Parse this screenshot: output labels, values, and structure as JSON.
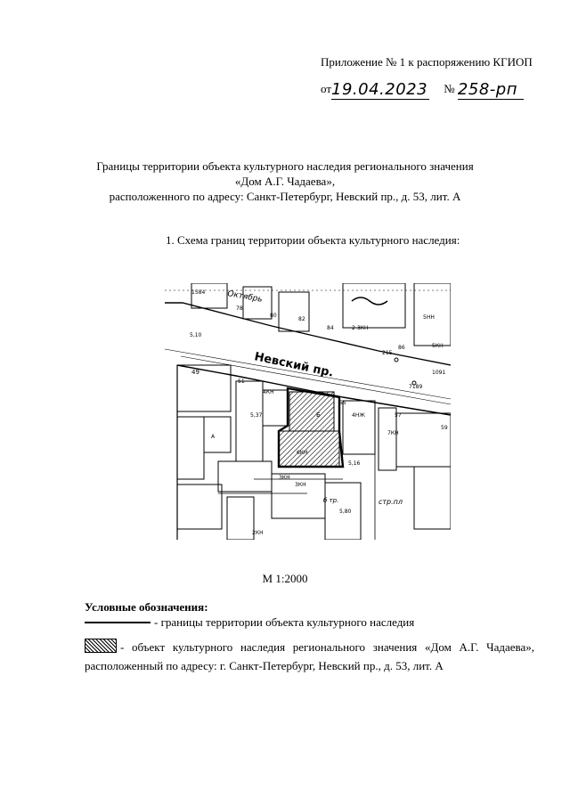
{
  "header": {
    "appendix": "Приложение № 1 к распоряжению КГИОП",
    "from_label": "от",
    "date": "19.04.2023",
    "number_label": "№",
    "number": "258-рп"
  },
  "title": {
    "line1": "Границы территории объекта культурного наследия регионального значения",
    "line2": "«Дом А.Г. Чадаева»,",
    "line3": "расположенного по адресу: Санкт-Петербург, Невский пр., д. 53, лит. А"
  },
  "section_title": "1.   Схема границ территории объекта культурного наследия:",
  "map": {
    "street": "Невский пр.",
    "cinema": "Октябрь",
    "labels": {
      "n49": "49",
      "n51": "51",
      "n55": "55",
      "n57": "57",
      "n59": "59",
      "n78": "78",
      "n80": "80",
      "n82": "82",
      "n84": "84",
      "n86": "86",
      "n215": "215",
      "n1584": "1584",
      "n1091": "1091",
      "n7189": "7189",
      "k3n": "3КН",
      "k4n": "4КН",
      "k5n": "5КН",
      "k6n": "6КН",
      "k7n": "7КН",
      "k2n": "2КН",
      "k4nzh": "4НЖ",
      "k2n_b": "2-3КН",
      "m510": "5,10",
      "m537": "5,37",
      "m516": "5,16",
      "m580": "5,80",
      "a": "А",
      "b": "Б",
      "str_pl": "стр.пл",
      "b_tr": "б тр.",
      "ze": "ЗКН",
      "snn": "5НН"
    }
  },
  "scale": "М 1:2000",
  "legend": {
    "heading": "Условные обозначения:",
    "item1": "- границы территории объекта культурного наследия",
    "item2": "- объект культурного наследия регионального значения «Дом А.Г. Чадаева», расположенный по адресу: г. Санкт-Петербург, Невский пр., д. 53, лит. А"
  }
}
